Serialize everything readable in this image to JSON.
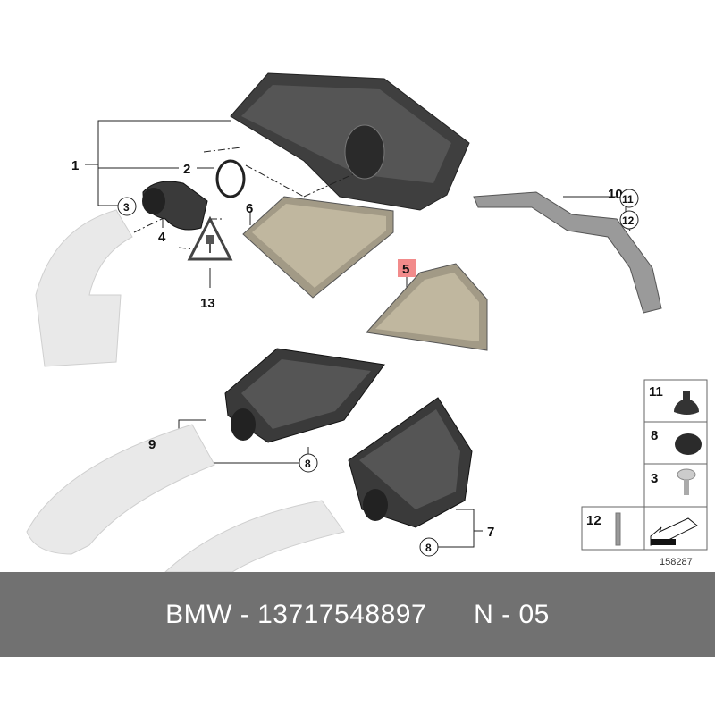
{
  "diagram": {
    "callouts": {
      "c1": "1",
      "c2": "2",
      "c3": "3",
      "c4": "4",
      "c5": "5",
      "c6": "6",
      "c7": "7",
      "c8a": "8",
      "c8b": "8",
      "c9": "9",
      "c10": "10",
      "c11": "11",
      "c12": "12",
      "c13": "13"
    },
    "legend": {
      "items": [
        {
          "label": "11",
          "icon": "grommet-icon"
        },
        {
          "label": "8",
          "icon": "rubber-mount-icon"
        },
        {
          "label": "3",
          "icon": "screw-icon"
        },
        {
          "label": "12",
          "icon": "bolt-icon"
        }
      ]
    },
    "reference_number": "158287",
    "highlight_color": "#f28b8b"
  },
  "footer": {
    "brand": "BMW",
    "separator": " - ",
    "part_number": "13717548897",
    "position": "N - 05"
  }
}
